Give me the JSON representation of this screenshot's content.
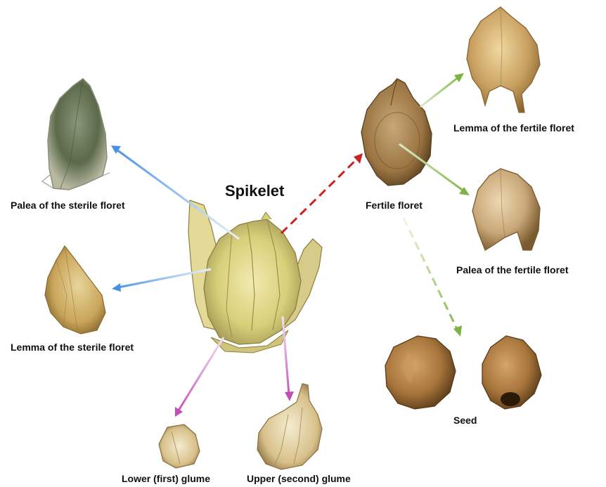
{
  "diagram": {
    "title": "Spikelet",
    "labels": {
      "palea_sterile": "Palea of the sterile floret",
      "lemma_sterile": "Lemma of the sterile floret",
      "lower_glume": "Lower (first) glume",
      "upper_glume": "Upper (second) glume",
      "fertile_floret": "Fertile floret",
      "lemma_fertile": "Lemma of the fertile floret",
      "palea_fertile": "Palea of the fertile floret",
      "seed": "Seed"
    },
    "colors": {
      "blue_arrow": "#4a90e2",
      "pink_arrow": "#c04fb8",
      "red_dashed_arrow": "#cc2222",
      "green_arrow": "#7cb342",
      "green_dashed_arrow": "#7cb342",
      "sterile_palea": "#5a6a4a",
      "sterile_lemma": "#c9a55a",
      "spikelet": "#d8cf7a",
      "fertile_floret": "#a07a45",
      "fertile_lemma": "#c8a060",
      "fertile_palea": "#c9a878",
      "seed": "#a8763c"
    }
  }
}
